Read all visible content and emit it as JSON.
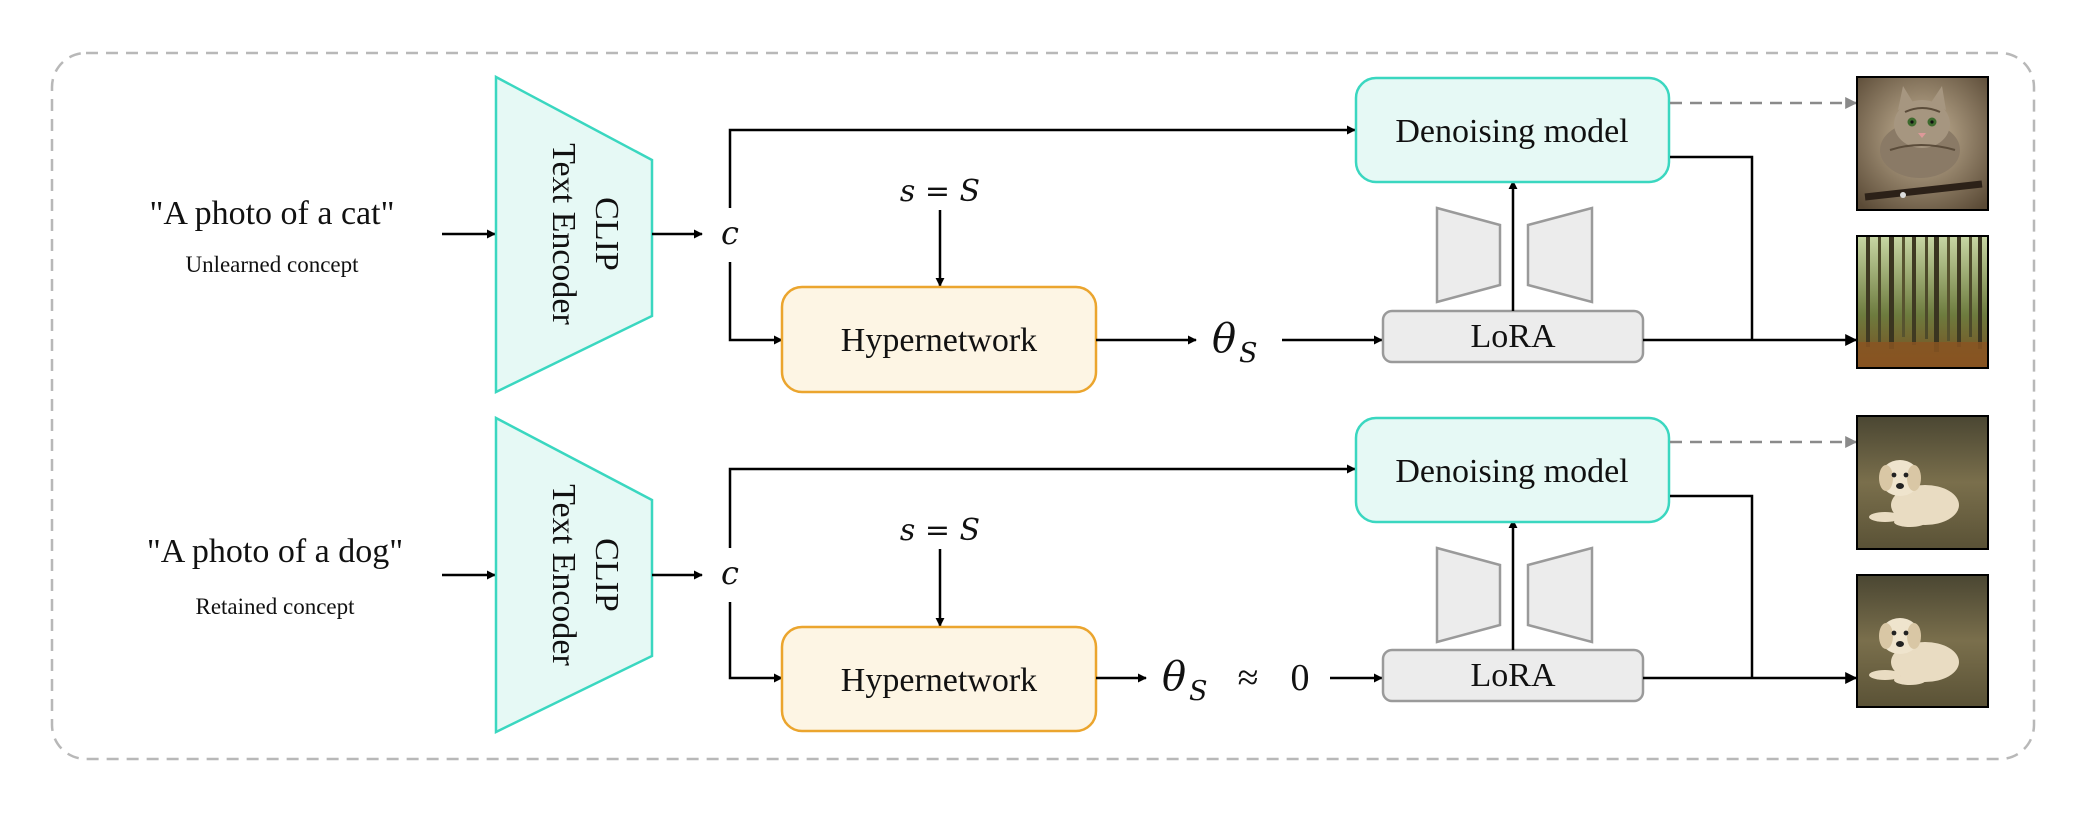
{
  "rows": [
    {
      "prompt": "\"A photo of a cat\"",
      "concept": "Unlearned concept",
      "encoder_line1": "CLIP",
      "encoder_line2": "Text Encoder",
      "cond_symbol": "c",
      "scale_eq": "s = S",
      "hypernetwork": "Hypernetwork",
      "theta": "θ",
      "theta_sub": "S",
      "approx": "",
      "zero": "",
      "lora": "LoRA",
      "denoiser": "Denoising model",
      "output_images": [
        "cat-photo",
        "forest-photo"
      ]
    },
    {
      "prompt": "\"A photo of a dog\"",
      "concept": "Retained concept",
      "encoder_line1": "CLIP",
      "encoder_line2": "Text Encoder",
      "cond_symbol": "c",
      "scale_eq": "s = S",
      "hypernetwork": "Hypernetwork",
      "theta": "θ",
      "theta_sub": "S",
      "approx": "≈",
      "zero": "0",
      "lora": "LoRA",
      "denoiser": "Denoising model",
      "output_images": [
        "dog-photo",
        "dog-photo"
      ]
    }
  ],
  "colors": {
    "encoder_fill": "#e6f9f5",
    "encoder_stroke": "#3ad7c0",
    "hyper_fill": "#fdf5e4",
    "hyper_stroke": "#eba52e",
    "lora_fill": "#ececec",
    "lora_stroke": "#9a9a9a",
    "frame": "#b8b8b8"
  }
}
